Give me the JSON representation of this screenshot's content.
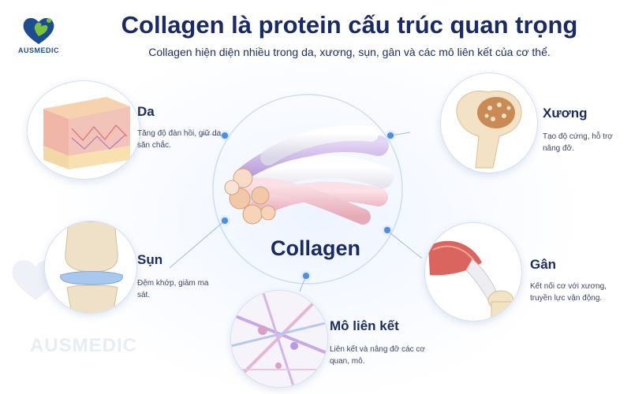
{
  "brand": {
    "name": "AUSMEDIC",
    "watermark": "AUSMEDIC"
  },
  "header": {
    "title": "Collagen là protein cấu trúc quan trọng",
    "subtitle": "Collagen hiện diện nhiều trong da, xương, sụn, gân và các mô liên kết của cơ thể."
  },
  "center": {
    "label": "Collagen"
  },
  "nodes": {
    "da": {
      "title": "Da",
      "desc": "Tăng độ đàn hồi, giữ da săn chắc."
    },
    "xuong": {
      "title": "Xương",
      "desc": "Tạo độ cứng, hỗ trợ nâng đỡ."
    },
    "sun": {
      "title": "Sụn",
      "desc": "Đệm khớp, giảm ma sát."
    },
    "gan": {
      "title": "Gân",
      "desc": "Kết nối cơ với xương, truyền lực vận động."
    },
    "mo": {
      "title": "Mô liên kết",
      "desc": "Liên kết và nâng đỡ các cơ quan, mô."
    }
  },
  "colors": {
    "navy": "#1a2a63",
    "accent": "#4d8fdd",
    "logo_green": "#7cc241",
    "logo_blue": "#1d4c8f"
  },
  "icons": [
    "heart-logo-icon",
    "skin-layers-icon",
    "bone-icon",
    "knee-joint-icon",
    "tendon-icon",
    "connective-tissue-icon",
    "collagen-fiber-icon"
  ]
}
